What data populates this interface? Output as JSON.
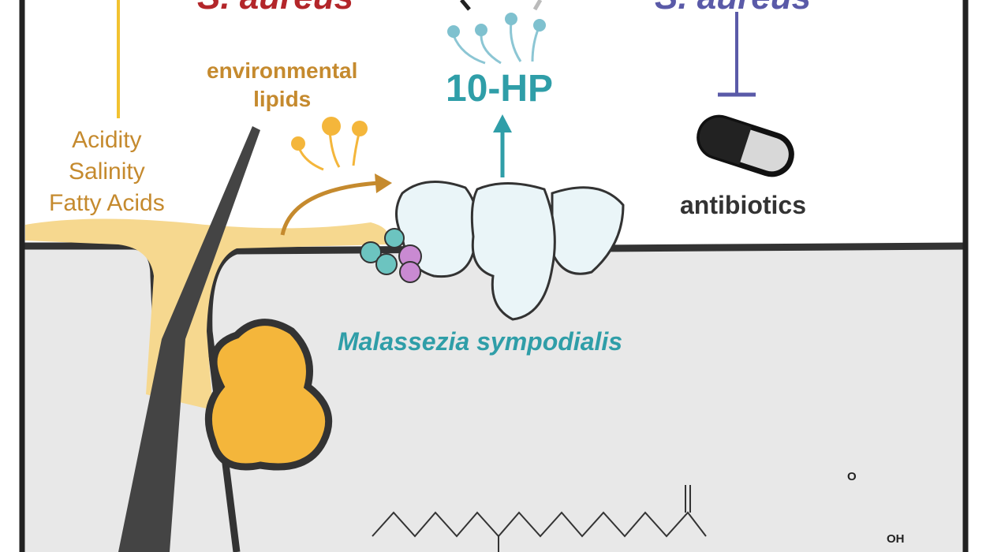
{
  "labels": {
    "s_aureus_left": "S. aureus",
    "s_aureus_right": "S. aureus",
    "environmental_lipids": "environmental lipids",
    "env_line1": "environmental",
    "env_line2": "lipids",
    "hp": "10-HP",
    "antibiotics": "antibiotics",
    "skin_factors": [
      "Acidity",
      "Salinity",
      "Fatty Acids"
    ],
    "organism": "Malassezia sympodialis",
    "chem_O": "O",
    "chem_OH": "OH"
  },
  "colors": {
    "red": "#b3262a",
    "purple": "#5a5aa8",
    "teal": "#2f9ea8",
    "orange": "#c58a2e",
    "sebum": "#f6d88f",
    "skin": "#e8e8e8",
    "outline": "#333333"
  }
}
